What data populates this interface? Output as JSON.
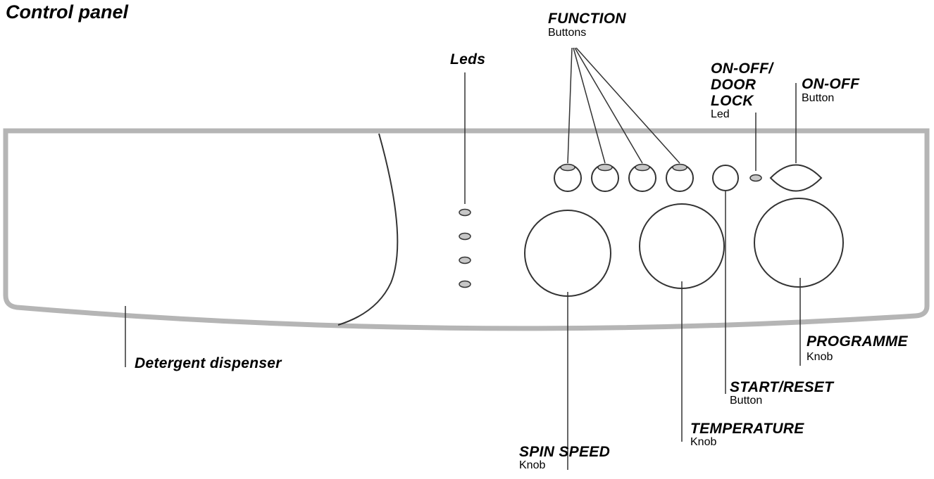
{
  "title": "Control panel",
  "labels": {
    "function": {
      "main": "FUNCTION",
      "sub": "Buttons"
    },
    "leds": {
      "main": "Leds"
    },
    "door_lock": {
      "line1": "ON-OFF/",
      "line2": "DOOR",
      "line3": "LOCK",
      "sub": "Led"
    },
    "on_off": {
      "main": "ON-OFF",
      "sub": "Button"
    },
    "detergent": {
      "main": "Detergent dispenser"
    },
    "programme": {
      "main": "PROGRAMME",
      "sub": "Knob"
    },
    "start_reset": {
      "main": "START/RESET",
      "sub": "Button"
    },
    "temperature": {
      "main": "TEMPERATURE",
      "sub": "Knob"
    },
    "spin_speed": {
      "main": "SPIN SPEED",
      "sub": "Knob"
    }
  },
  "colors": {
    "stroke": "#333333",
    "panel_border": "#b5b5b5",
    "led_fill": "#c7c7c7"
  }
}
